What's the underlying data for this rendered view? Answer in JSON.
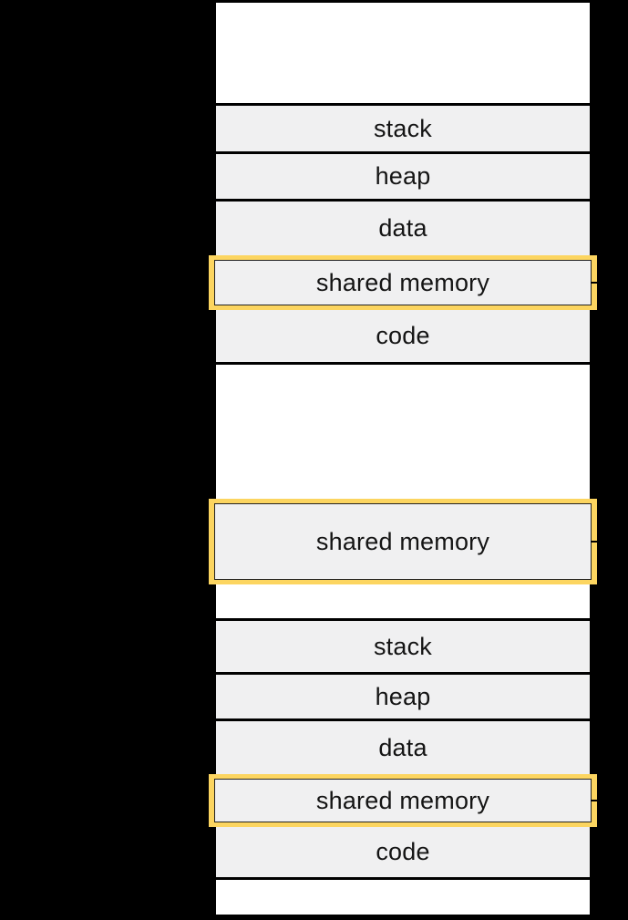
{
  "colors": {
    "background": "#000000",
    "segment_fill": "#f0f0f1",
    "free_fill": "#ffffff",
    "border": "#000000",
    "highlight": "#fcd560",
    "text": "#141414"
  },
  "top_process": {
    "segments": [
      {
        "label": "stack",
        "highlighted": false
      },
      {
        "label": "heap",
        "highlighted": false
      },
      {
        "label": "data",
        "highlighted": false
      },
      {
        "label": "shared memory",
        "highlighted": true
      },
      {
        "label": "code",
        "highlighted": false
      }
    ]
  },
  "shared_region": {
    "label": "shared memory",
    "highlighted": true
  },
  "bottom_process": {
    "segments": [
      {
        "label": "stack",
        "highlighted": false
      },
      {
        "label": "heap",
        "highlighted": false
      },
      {
        "label": "data",
        "highlighted": false
      },
      {
        "label": "shared memory",
        "highlighted": true
      },
      {
        "label": "code",
        "highlighted": false
      }
    ]
  }
}
